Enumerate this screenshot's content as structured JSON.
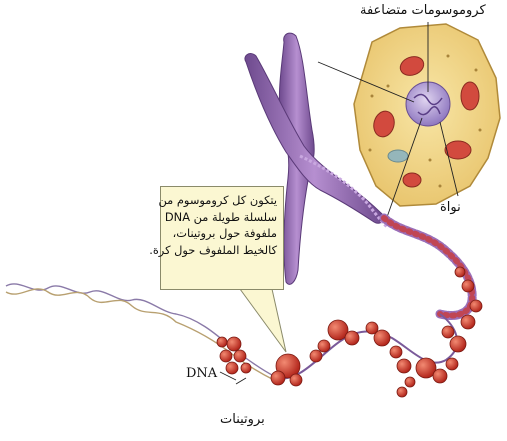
{
  "labels": {
    "doubled_chromosomes": "كروموسومات متضاعفة",
    "nucleus": "نواة",
    "dna": "DNA",
    "proteins": "بروتينات"
  },
  "callout": {
    "lines": [
      "يتكون كل كروموسوم من",
      "سلسلة طويلة من DNA",
      "ملفوفة حول بروتينات،",
      "كالخيط الملفوف حول كرة."
    ]
  },
  "colors": {
    "cell_fill": "#f2d98c",
    "nucleus_fill": "#b8a6d8",
    "chromosome": "#9b6fb8",
    "protein": "#d0352a",
    "callout_bg": "#fbf7d2"
  }
}
